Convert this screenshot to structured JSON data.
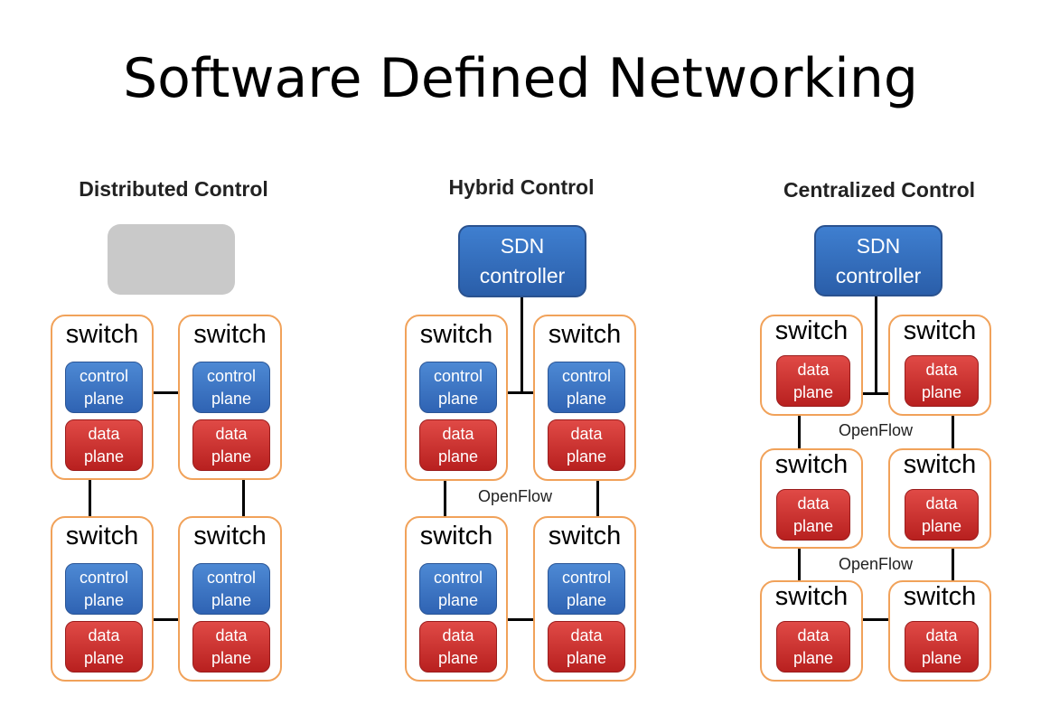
{
  "title": "Software Defined Networking",
  "sections": {
    "distributed": {
      "title": "Distributed Control"
    },
    "hybrid": {
      "title": "Hybrid Control",
      "controller": [
        "SDN",
        "controller"
      ],
      "protocol": "OpenFlow"
    },
    "centralized": {
      "title": "Centralized Control",
      "controller": [
        "SDN",
        "controller"
      ],
      "protocol": "OpenFlow"
    }
  },
  "labels": {
    "switch": "switch",
    "control_plane": [
      "control",
      "plane"
    ],
    "data_plane": [
      "data",
      "plane"
    ]
  },
  "colors": {
    "switch_border": "#f1a25a",
    "control_plane": "#3a72c4",
    "data_plane": "#cc302e",
    "controller": "#3570c0",
    "inactive_controller": "#c9c9c9"
  }
}
